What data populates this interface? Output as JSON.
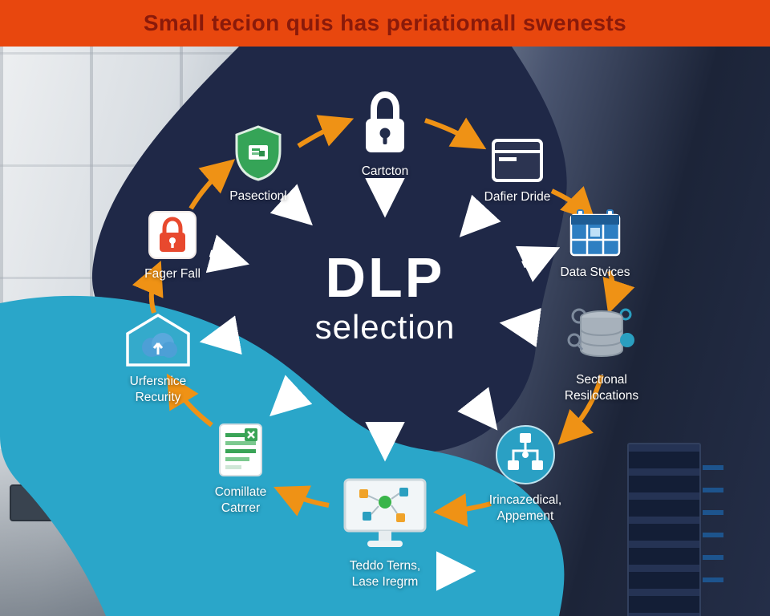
{
  "header": {
    "title": "Small tecion quis has periatiomall swenests"
  },
  "center": {
    "title": "DLP",
    "subtitle": "selection"
  },
  "nodes": [
    {
      "id": "protection-shield",
      "icon": "shield-check-icon",
      "label": "Pasectionl"
    },
    {
      "id": "access-lock",
      "icon": "padlock-icon",
      "label": "Cartcton"
    },
    {
      "id": "data-window",
      "icon": "browser-window-icon",
      "label": "Dafier Dride"
    },
    {
      "id": "data-services",
      "icon": "calendar-grid-icon",
      "label": "Data Stvices"
    },
    {
      "id": "firewall-lock",
      "icon": "red-padlock-icon",
      "label": "Fager Fall"
    },
    {
      "id": "sectional-storage",
      "icon": "database-stack-icon",
      "label": "Sectional\nResilocations"
    },
    {
      "id": "cloud-security",
      "icon": "cloud-house-icon",
      "label": "Urfersnice\nRecurity"
    },
    {
      "id": "process-gears",
      "icon": "gear-flow-icon",
      "label": "Irincazedical,\nAppement"
    },
    {
      "id": "compliance-doc",
      "icon": "checklist-document-icon",
      "label": "Comillate\nCatrrer"
    },
    {
      "id": "endpoint-monitor",
      "icon": "monitor-icon",
      "label": "Teddo Terns,\nLase Iregrm"
    }
  ],
  "colors": {
    "header_bg": "#e8470e",
    "header_text": "#8a1a0a",
    "navy_blob": "#1f2847",
    "teal_blob": "#2aa6c9",
    "arrow_orange": "#ef9215",
    "arrow_white": "#ffffff",
    "green_icon": "#35a457",
    "red_icon": "#e8492e",
    "blue_icon": "#2e7fc2"
  }
}
